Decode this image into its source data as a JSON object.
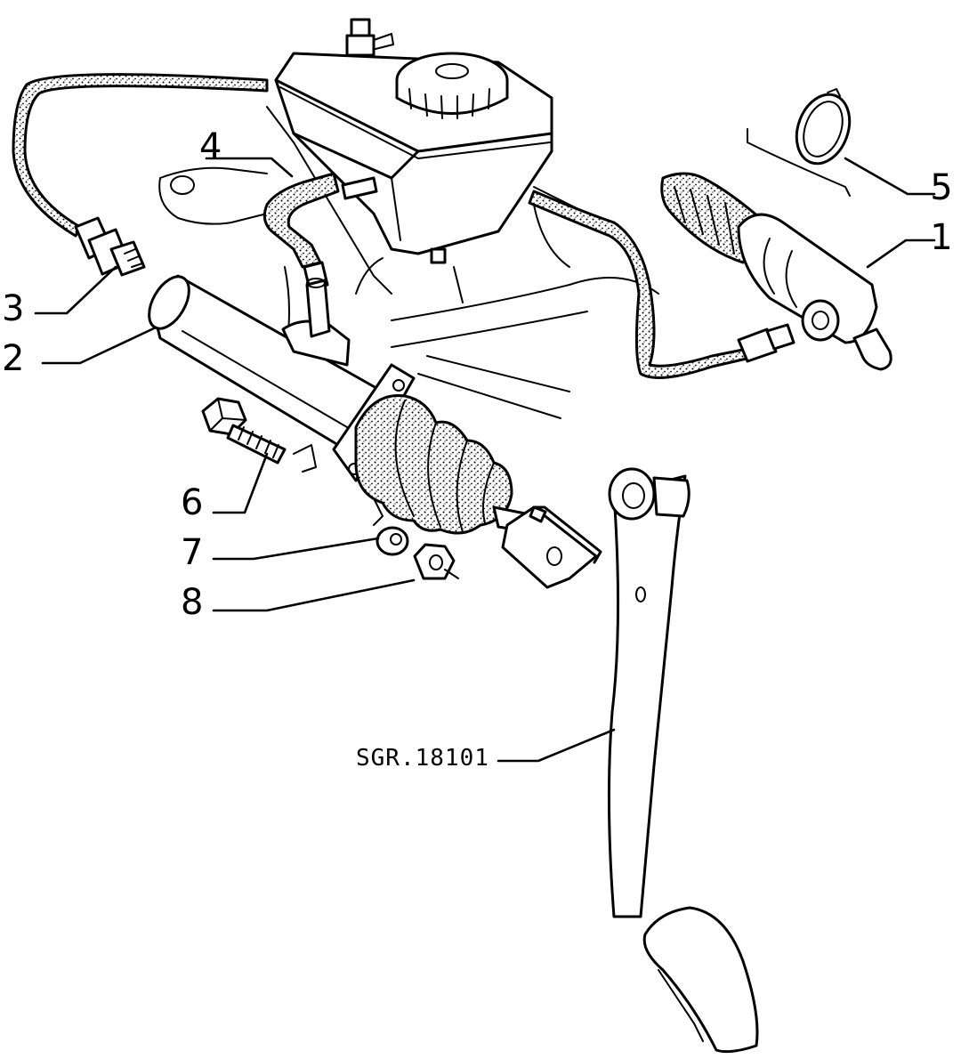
{
  "diagram": {
    "code": "SGR.18101",
    "callouts": [
      {
        "id": "1",
        "label": "1"
      },
      {
        "id": "2",
        "label": "2"
      },
      {
        "id": "3",
        "label": "3"
      },
      {
        "id": "4",
        "label": "4"
      },
      {
        "id": "5",
        "label": "5"
      },
      {
        "id": "6",
        "label": "6"
      },
      {
        "id": "7",
        "label": "7"
      },
      {
        "id": "8",
        "label": "8"
      }
    ]
  }
}
